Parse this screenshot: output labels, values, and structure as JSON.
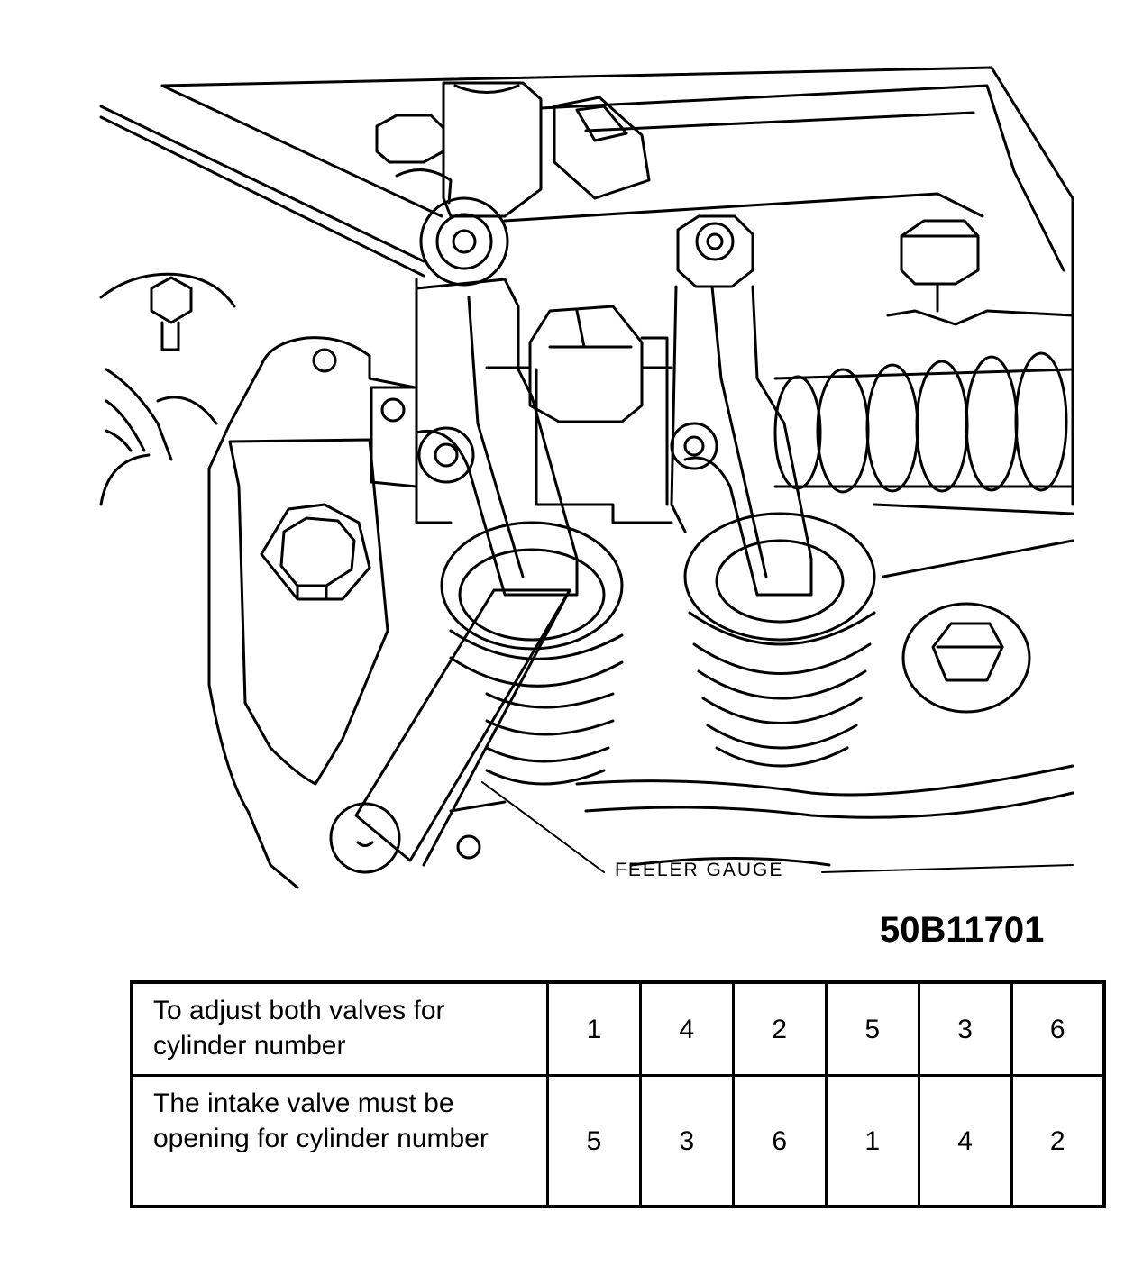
{
  "figure": {
    "callout_label": "FEELER GAUGE",
    "figure_id": "50B11701"
  },
  "table": {
    "rows": [
      {
        "label": "To adjust both valves for cylinder number",
        "values": [
          "1",
          "4",
          "2",
          "5",
          "3",
          "6"
        ]
      },
      {
        "label": "The intake valve must be opening for cylinder number",
        "values": [
          "5",
          "3",
          "6",
          "1",
          "4",
          "2"
        ]
      }
    ]
  },
  "colors": {
    "line": "#000000",
    "background": "#ffffff"
  }
}
